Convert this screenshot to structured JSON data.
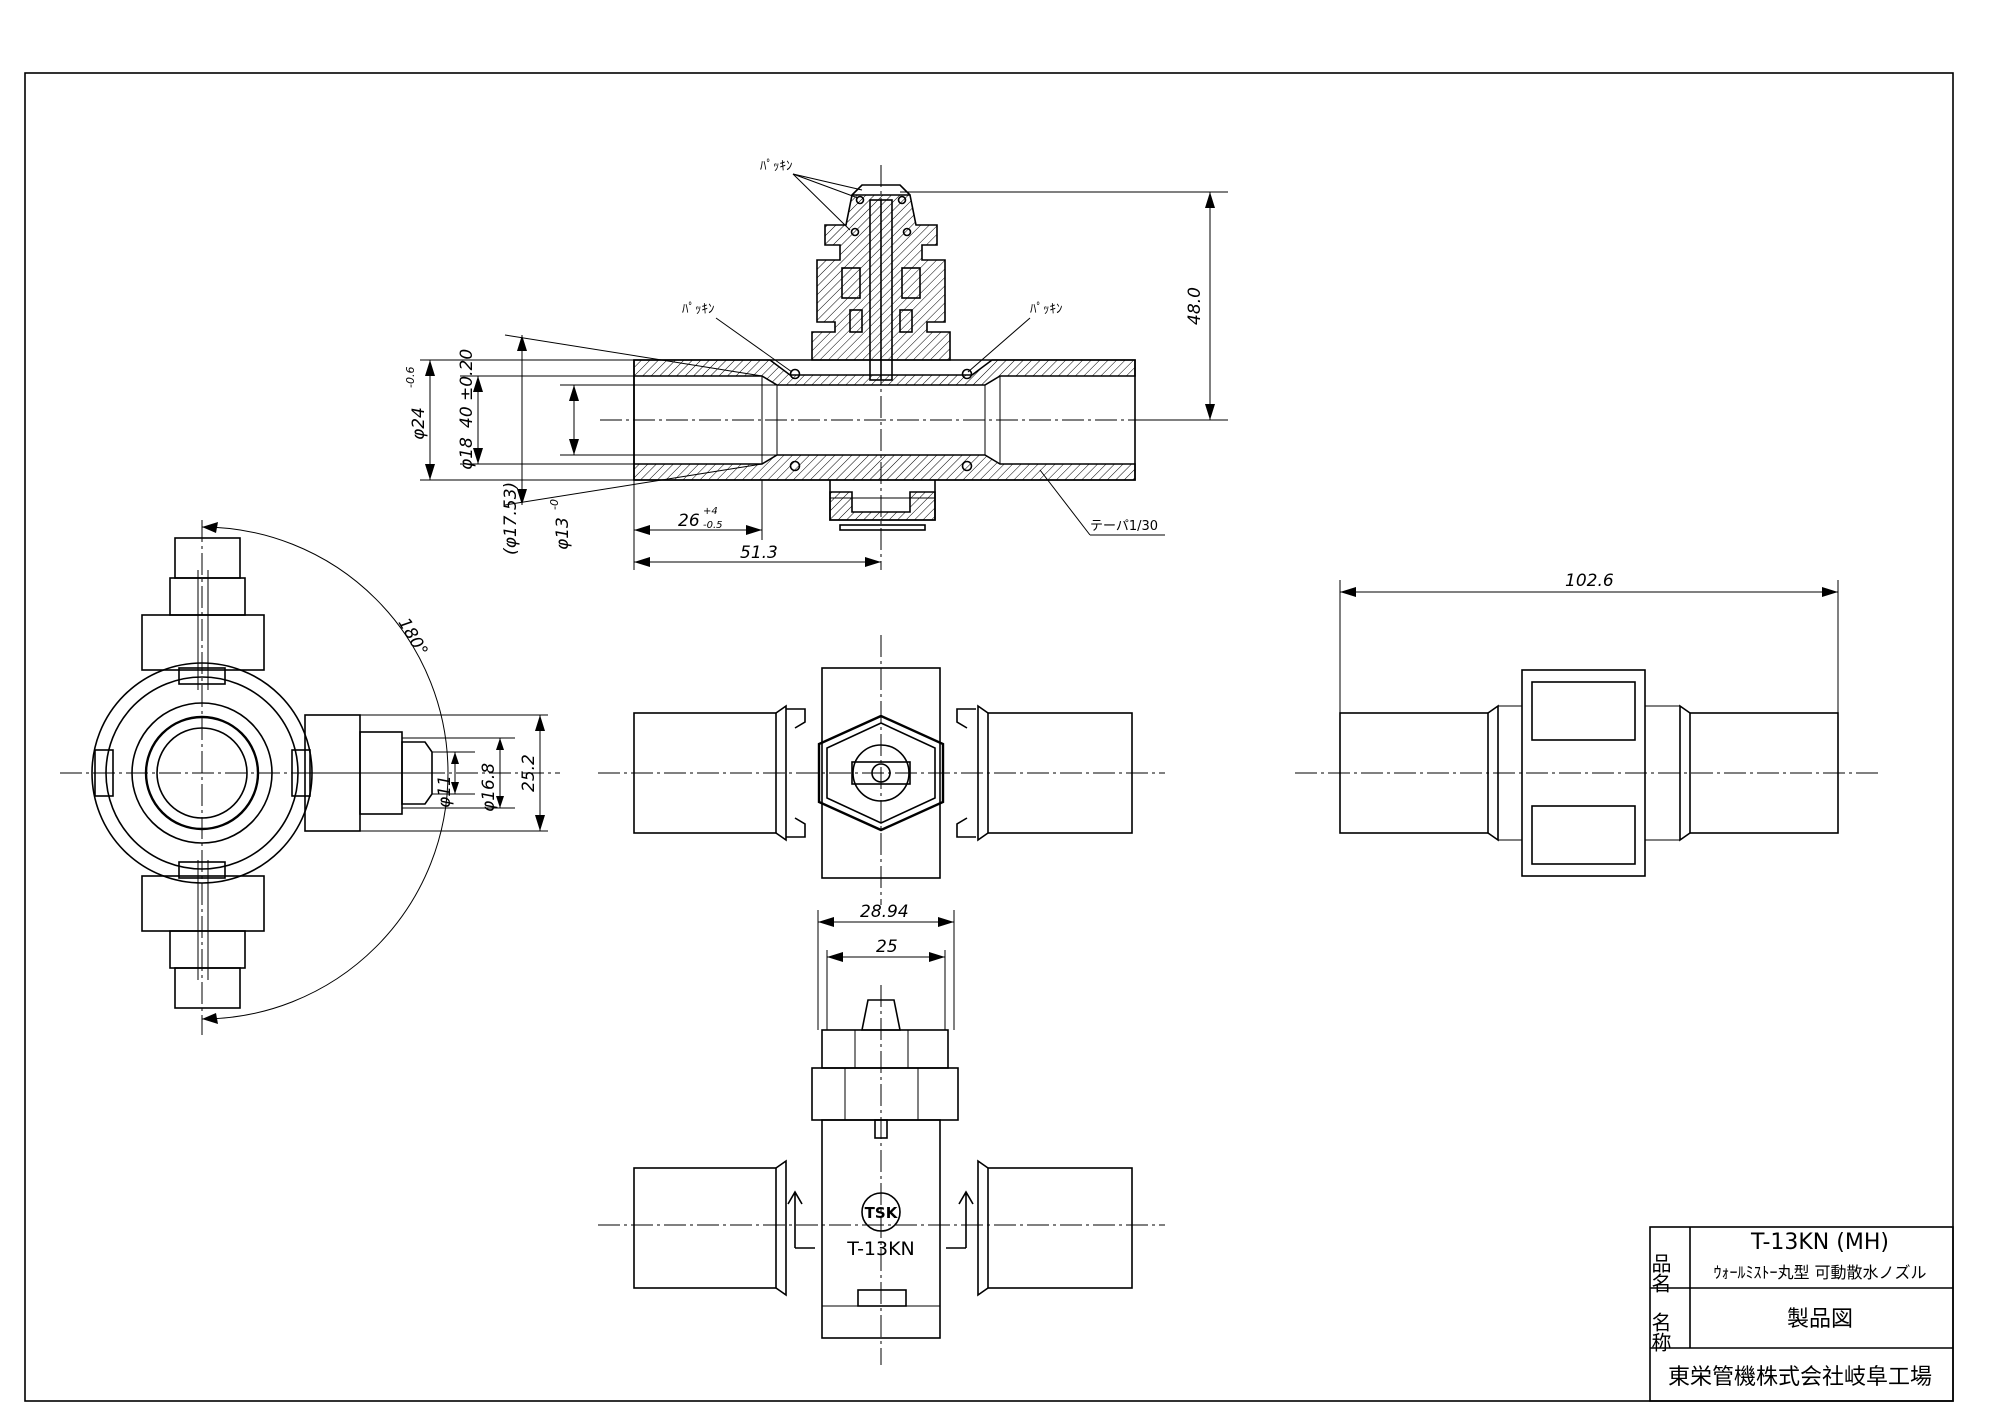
{
  "title_block": {
    "hinmei_key": "品名",
    "product_code": "T-13KN (MH)",
    "product_name": "ｳｫｰﾙﾐｽﾄｰ丸型 可動散水ノズル",
    "meisho_key": "名称",
    "drawing_name": "製品図",
    "company": "東栄管機株式会社岐阜工場"
  },
  "notes": {
    "packing_top": "ﾊﾟｯｷﾝ",
    "packing_left": "ﾊﾟｯｷﾝ",
    "packing_right": "ﾊﾟｯｷﾝ",
    "taper": "テーパ1/30"
  },
  "dimensions": {
    "height_48": "48.0",
    "dia_24": "φ24",
    "dia_24_tol": "-0.6",
    "dia_18": "φ18",
    "len_40": "40 ±0.20",
    "dia_1753": "(φ17.53)",
    "dia_13": "φ13",
    "dia_13_tol": "-0",
    "len_26": "26",
    "len_26_tol_upper": "+4",
    "len_26_tol_lower": "-0.5",
    "len_513": "51.3",
    "angle_180": "180°",
    "dia_11": "φ11",
    "dia_168": "φ16.8",
    "len_252": "25.2",
    "len_1026": "102.6",
    "len_2894": "28.94",
    "len_25": "25"
  },
  "marking": {
    "logo": "TSK",
    "model": "T-13KN"
  }
}
